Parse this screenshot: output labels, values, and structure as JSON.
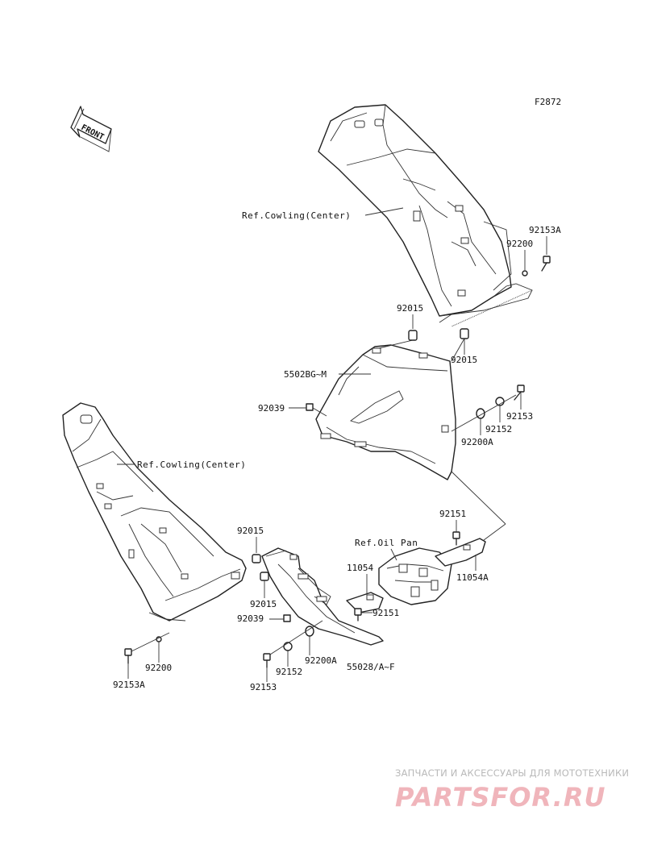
{
  "diagram_code": "F2872",
  "front_label": "FRONT",
  "labels": {
    "ref_cowling_top": "Ref.Cowling(Center)",
    "ref_cowling_left": "Ref.Cowling(Center)",
    "ref_oil_pan": "Ref.Oil Pan",
    "p92153A_top": "92153A",
    "p92200_top": "92200",
    "p92015_a": "92015",
    "p92015_b": "92015",
    "p5502BG": "5502BG~M",
    "p92039_top": "92039",
    "p92153_r": "92153",
    "p92152_r": "92152",
    "p92200A_r": "92200A",
    "p92151_top": "92151",
    "p11054": "11054",
    "p11054A": "11054A",
    "p92151_mid": "92151",
    "p92015_c": "92015",
    "p92015_d": "92015",
    "p92039_low": "92039",
    "p92200_low": "92200",
    "p92153A_low": "92153A",
    "p92152_low": "92152",
    "p92200A_low": "92200A",
    "p92153_low": "92153",
    "p55028": "55028/A~F"
  },
  "watermark": {
    "tagline": "ЗАПЧАСТИ И АКСЕССУАРЫ ДЛЯ МОТОТЕХНИКИ",
    "logo": "PARTSFOR.RU",
    "color": "#f0b5bb"
  }
}
